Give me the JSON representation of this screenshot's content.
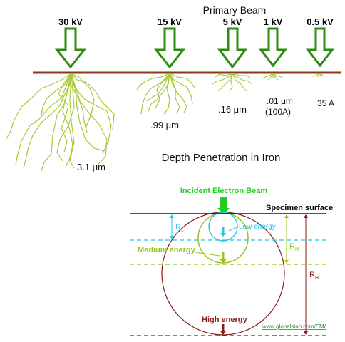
{
  "top": {
    "header": "Primary Beam",
    "beams": [
      {
        "kv": "30 kV",
        "depth": "3.1 μm"
      },
      {
        "kv": "15 kV",
        "depth": ".99 μm"
      },
      {
        "kv": "5 kV",
        "depth": ".16 μm"
      },
      {
        "kv": "1 kV",
        "depth": ".01 μm",
        "depth2": "(100A)"
      },
      {
        "kv": "0.5 kV",
        "depth": "35 A"
      }
    ],
    "caption": "Depth Penetration in Iron",
    "colors": {
      "arrow": "#2e8b12",
      "surface": "#8b3a1a",
      "trajectories": "#a6c93a"
    }
  },
  "bottom": {
    "incident_label": "Incident Electron Beam",
    "surface_label": "Specimen surface",
    "low_label": "Low energy",
    "medium_label": "Medium energy",
    "high_label": "High energy",
    "rl_main": "R",
    "rl_sub": "L",
    "rm_main": "R",
    "rm_sub": "M",
    "rh_main": "R",
    "rh_sub": "H",
    "url": "www.globalsino.com/EM/",
    "colors": {
      "low": "#26c6e8",
      "medium": "#9ac21f",
      "high": "#8b1a1a",
      "surface": "#0000cc",
      "incident": "#22cc22",
      "url": "#2a8a2a"
    }
  }
}
